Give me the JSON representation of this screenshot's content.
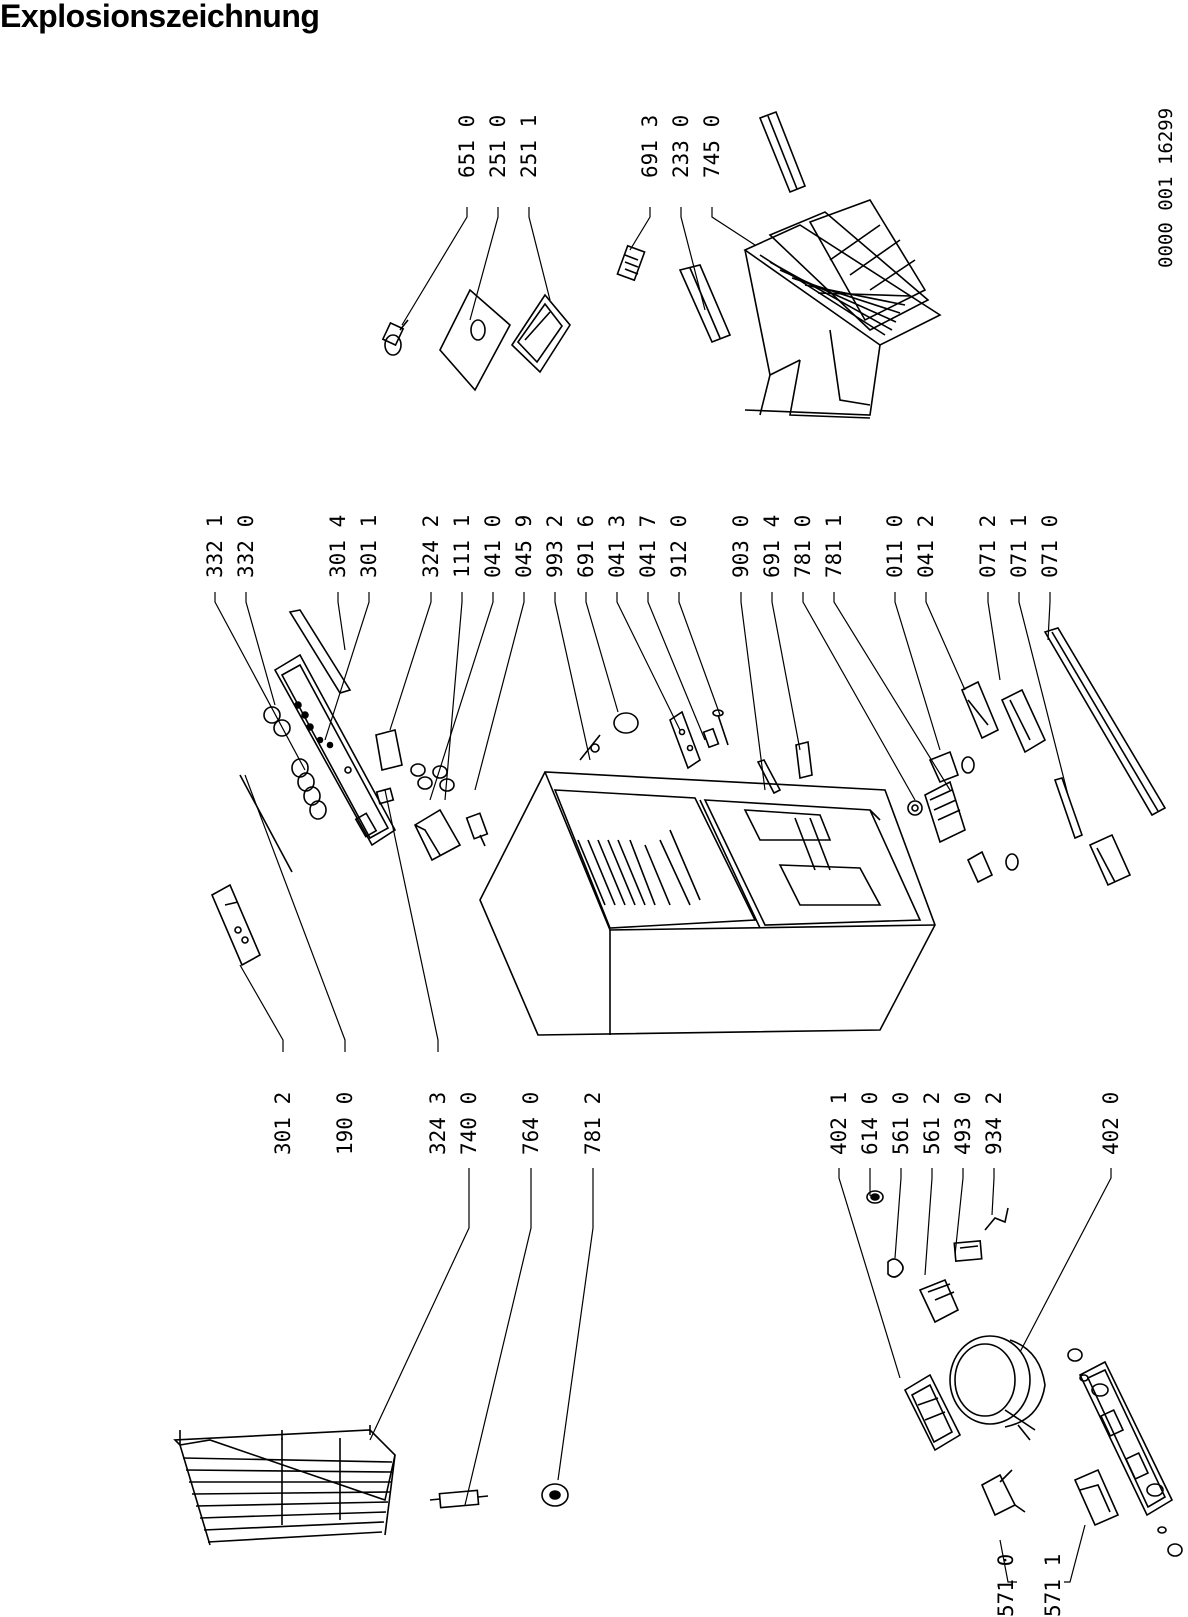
{
  "title": "Explosionszeichnung",
  "document_number": "0000 001 16299",
  "labels": {
    "l6510": "651 0",
    "l2510": "251 0",
    "l2511": "251 1",
    "l6913": "691 3",
    "l2330": "233 0",
    "l7450": "745 0",
    "l3321": "332 1",
    "l3320": "332 0",
    "l3014": "301 4",
    "l3011": "301 1",
    "l3242": "324 2",
    "l1111": "111 1",
    "l0410": "041 0",
    "l0459": "045 9",
    "l9932": "993 2",
    "l6916": "691 6",
    "l0413": "041 3",
    "l0417": "041 7",
    "l9120": "912 0",
    "l9030": "903 0",
    "l6914": "691 4",
    "l7810": "781 0",
    "l7811": "781 1",
    "l0110": "011 0",
    "l0412": "041 2",
    "l0712": "071 2",
    "l0711": "071 1",
    "l0710": "071 0",
    "l3012": "301 2",
    "l1900": "190 0",
    "l3243": "324 3",
    "l7400": "740 0",
    "l7640": "764 0",
    "l7812": "781 2",
    "l4021": "402 1",
    "l6140": "614 0",
    "l5610": "561 0",
    "l5612": "561 2",
    "l4930": "493 0",
    "l9342": "934 2",
    "l4020": "402 0",
    "l5710": "571 0",
    "l5711": "571 1"
  }
}
